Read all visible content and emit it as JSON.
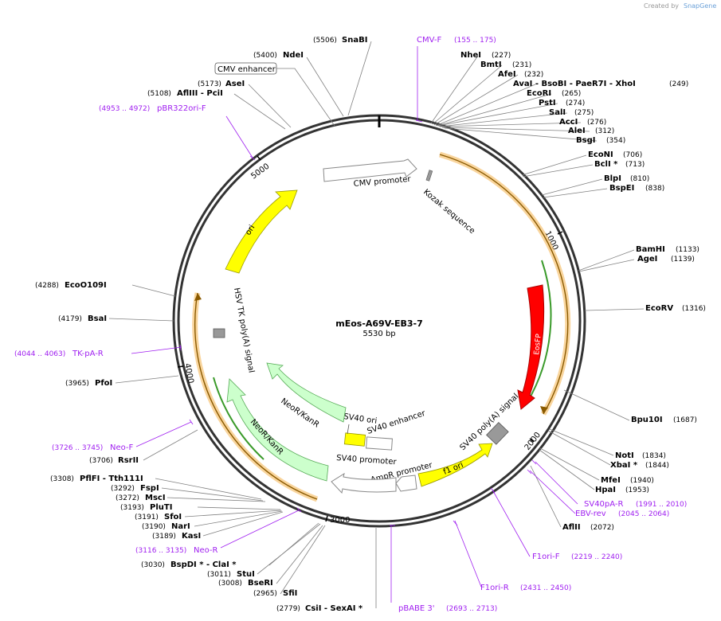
{
  "plasmid": {
    "name": "mEos-A69V-EB3-7",
    "length_label": "5530 bp",
    "length": 5530
  },
  "credit": {
    "created_by": "Created by",
    "app": "SnapGene"
  },
  "ticks": [
    "1000",
    "2000",
    "3000",
    "4000",
    "5000"
  ],
  "sites": [
    {
      "name": "SnaBI",
      "pos": "(5506)"
    },
    {
      "name": "NdeI",
      "pos": "(5400)"
    },
    {
      "name": "AseI",
      "pos": "(5173)"
    },
    {
      "name": "AflIII  - PciI",
      "pos": "(5108)"
    },
    {
      "name": "NheI",
      "pos": "(227)"
    },
    {
      "name": "BmtI",
      "pos": "(231)"
    },
    {
      "name": "AfeI",
      "pos": "(232)"
    },
    {
      "name": "AvaI  - BsoBI  - PaeR7I  - XhoI",
      "pos": "(249)"
    },
    {
      "name": "EcoRI",
      "pos": "(265)"
    },
    {
      "name": "PstI",
      "pos": "(274)"
    },
    {
      "name": "SalI",
      "pos": "(275)"
    },
    {
      "name": "AccI",
      "pos": "(276)"
    },
    {
      "name": "AleI",
      "pos": "(312)"
    },
    {
      "name": "BsgI",
      "pos": "(354)"
    },
    {
      "name": "EcoNI",
      "pos": "(706)"
    },
    {
      "name": "BclI *",
      "pos": "(713)"
    },
    {
      "name": "BlpI",
      "pos": "(810)"
    },
    {
      "name": "BspEI",
      "pos": "(838)"
    },
    {
      "name": "BamHI",
      "pos": "(1133)"
    },
    {
      "name": "AgeI",
      "pos": "(1139)"
    },
    {
      "name": "EcoRV",
      "pos": "(1316)"
    },
    {
      "name": "Bpu10I",
      "pos": "(1687)"
    },
    {
      "name": "NotI",
      "pos": "(1834)"
    },
    {
      "name": "XbaI *",
      "pos": "(1844)"
    },
    {
      "name": "MfeI",
      "pos": "(1940)"
    },
    {
      "name": "HpaI",
      "pos": "(1953)"
    },
    {
      "name": "AflII",
      "pos": "(2072)"
    },
    {
      "name": "CsiI  - SexAI *",
      "pos": "(2779)"
    },
    {
      "name": "SfiI",
      "pos": "(2965)"
    },
    {
      "name": "BseRI",
      "pos": "(3008)"
    },
    {
      "name": "StuI",
      "pos": "(3011)"
    },
    {
      "name": "BspDI *  - ClaI *",
      "pos": "(3030)"
    },
    {
      "name": "KasI",
      "pos": "(3189)"
    },
    {
      "name": "NarI",
      "pos": "(3190)"
    },
    {
      "name": "SfoI",
      "pos": "(3191)"
    },
    {
      "name": "PluTI",
      "pos": "(3193)"
    },
    {
      "name": "MscI",
      "pos": "(3272)"
    },
    {
      "name": "FspI",
      "pos": "(3292)"
    },
    {
      "name": "PflFI  - Tth111I",
      "pos": "(3308)"
    },
    {
      "name": "RsrII",
      "pos": "(3706)"
    },
    {
      "name": "PfoI",
      "pos": "(3965)"
    },
    {
      "name": "BsaI",
      "pos": "(4179)"
    },
    {
      "name": "EcoO109I",
      "pos": "(4288)"
    }
  ],
  "primers": [
    {
      "name": "CMV-F",
      "pos": "(155 .. 175)"
    },
    {
      "name": "pBR322ori-F",
      "pos": "(4953 .. 4972)"
    },
    {
      "name": "SV40pA-R",
      "pos": "(1991 .. 2010)"
    },
    {
      "name": "EBV-rev",
      "pos": "(2045 .. 2064)"
    },
    {
      "name": "F1ori-F",
      "pos": "(2219 .. 2240)"
    },
    {
      "name": "F1ori-R",
      "pos": "(2431 .. 2450)"
    },
    {
      "name": "pBABE 3'",
      "pos": "(2693 .. 2713)"
    },
    {
      "name": "Neo-R",
      "pos": "(3116 .. 3135)"
    },
    {
      "name": "Neo-F",
      "pos": "(3726 .. 3745)"
    },
    {
      "name": "TK-pA-R",
      "pos": "(4044 .. 4063)"
    }
  ],
  "features": {
    "cmv_enhancer": "CMV enhancer",
    "cmv_promoter": "CMV promoter",
    "kozak": "Kozak sequence",
    "eosfp": "EosFP",
    "sv40_polya": "SV40 poly(A) signal",
    "f1_ori": "f1 ori",
    "ampr_promoter": "AmpR promoter",
    "sv40_promoter": "SV40 promoter",
    "sv40_enhancer": "SV40 enhancer",
    "sv40_ori": "SV40 ori",
    "neo_inner": "NeoR/KanR",
    "neo_outer": "NeoR/KanR",
    "hsv_tk": "HSV TK poly(A) signal",
    "ori": "ori"
  },
  "colors": {
    "backbone": "#333333",
    "eosfp": "#ff0000",
    "ori": "#ffff00",
    "neo": "#ccffcc",
    "primer": "#a020f0",
    "orf": "#f5b95c",
    "terminator": "#999999"
  }
}
